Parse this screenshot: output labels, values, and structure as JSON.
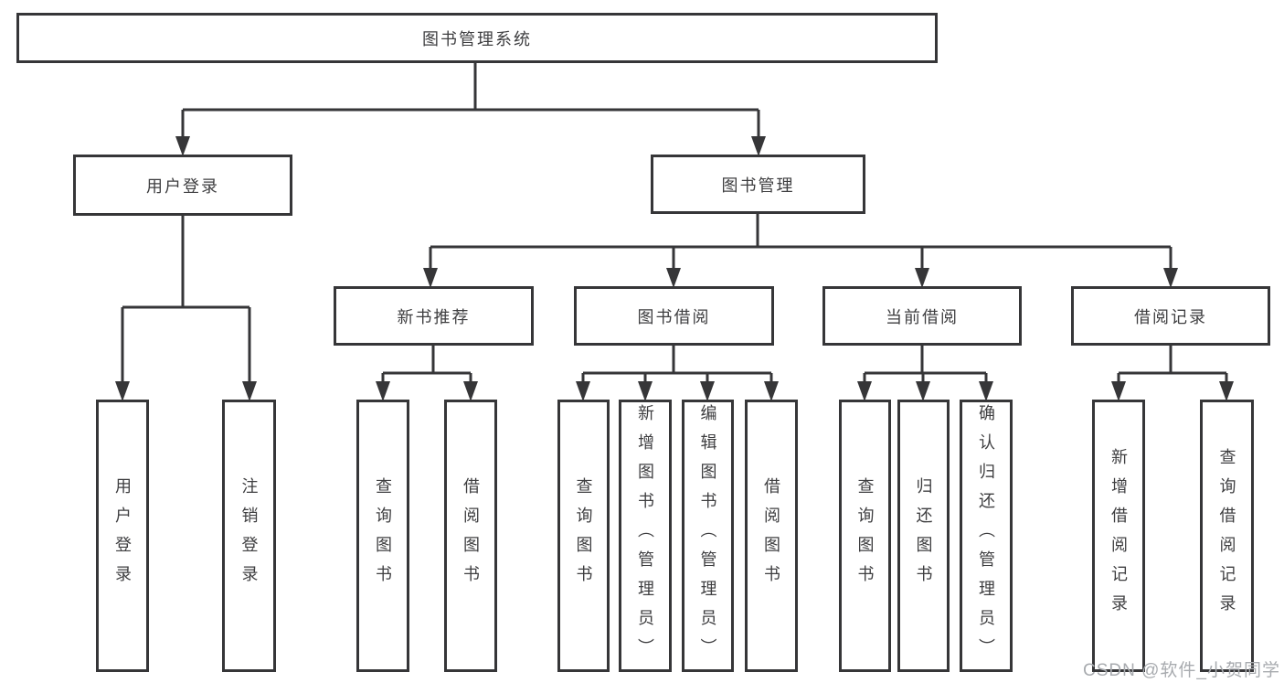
{
  "diagram": {
    "root": {
      "label": "图书管理系统"
    },
    "branches": [
      {
        "label": "用户登录"
      },
      {
        "label": "图书管理"
      }
    ],
    "modules": [
      {
        "label": "新书推荐"
      },
      {
        "label": "图书借阅"
      },
      {
        "label": "当前借阅"
      },
      {
        "label": "借阅记录"
      }
    ],
    "leaves": [
      {
        "label": "用户登录"
      },
      {
        "label": "注销登录"
      },
      {
        "label": "查询图书"
      },
      {
        "label": "借阅图书"
      },
      {
        "label": "查询图书"
      },
      {
        "label": "新增图书（管理员）"
      },
      {
        "label": "编辑图书（管理员）"
      },
      {
        "label": "借阅图书"
      },
      {
        "label": "查询图书"
      },
      {
        "label": "归还图书"
      },
      {
        "label": "确认归还（管理员）"
      },
      {
        "label": "新增借阅记录"
      },
      {
        "label": "查询借阅记录"
      }
    ]
  },
  "watermark": {
    "text": "CSDN @软件_小贺同学"
  },
  "colors": {
    "line": "#363638",
    "text": "#3e3e40",
    "watermark": "#a8abaf",
    "background": "#ffffff"
  }
}
